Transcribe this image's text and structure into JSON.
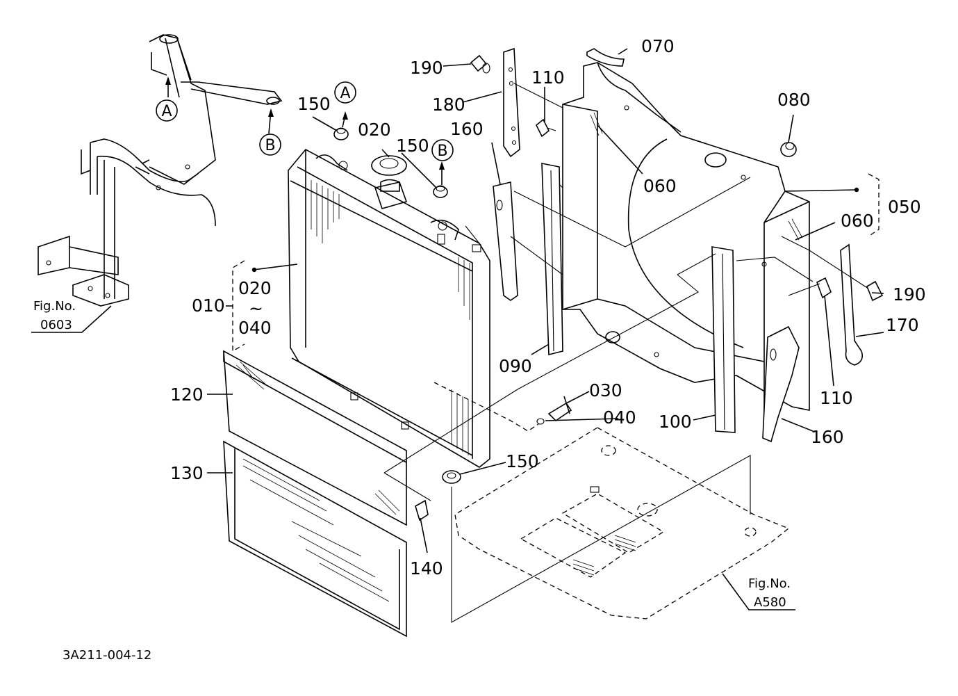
{
  "labels": {
    "p010": "010",
    "p020_a": "020",
    "p020_b": "020",
    "p030": "030",
    "p040_a": "040",
    "p040_b": "040",
    "tilde": "~",
    "p050": "050",
    "p060_a": "060",
    "p060_b": "060",
    "p070": "070",
    "p080": "080",
    "p090": "090",
    "p100": "100",
    "p110_a": "110",
    "p110_b": "110",
    "p120": "120",
    "p130": "130",
    "p140": "140",
    "p150_a": "150",
    "p150_b": "150",
    "p150_c": "150",
    "p160_a": "160",
    "p160_b": "160",
    "p170": "170",
    "p180": "180",
    "p190_a": "190",
    "p190_b": "190"
  },
  "markers": {
    "A": "A",
    "B": "B"
  },
  "figure_refs": {
    "ref1_title": "Fig.No.",
    "ref1_number": "0603",
    "ref2_title": "Fig.No.",
    "ref2_number": "A580"
  },
  "drawing_code": "3A211-004-12"
}
